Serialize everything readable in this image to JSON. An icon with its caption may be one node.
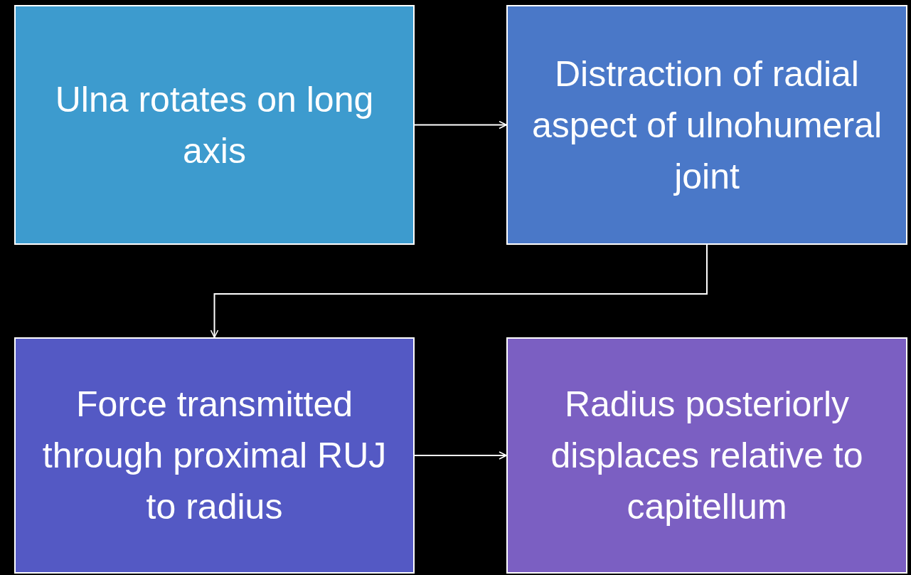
{
  "diagram": {
    "nodes": [
      {
        "text": [
          "Ulna rotates on long axis"
        ]
      },
      {
        "text": [
          "Distraction of radial aspect of ulnohumeral joint"
        ]
      },
      {
        "text": [
          "Force transmitted through proximal RUJ to radius"
        ]
      },
      {
        "text": [
          "Radius posteriorly displaces relative to capitellum"
        ]
      }
    ],
    "edges": [
      {
        "from": 0,
        "to": 1,
        "arrow": "to"
      },
      {
        "from": 1,
        "to": 2,
        "arrow": "to"
      },
      {
        "from": 2,
        "to": 3,
        "arrow": "to"
      }
    ]
  }
}
